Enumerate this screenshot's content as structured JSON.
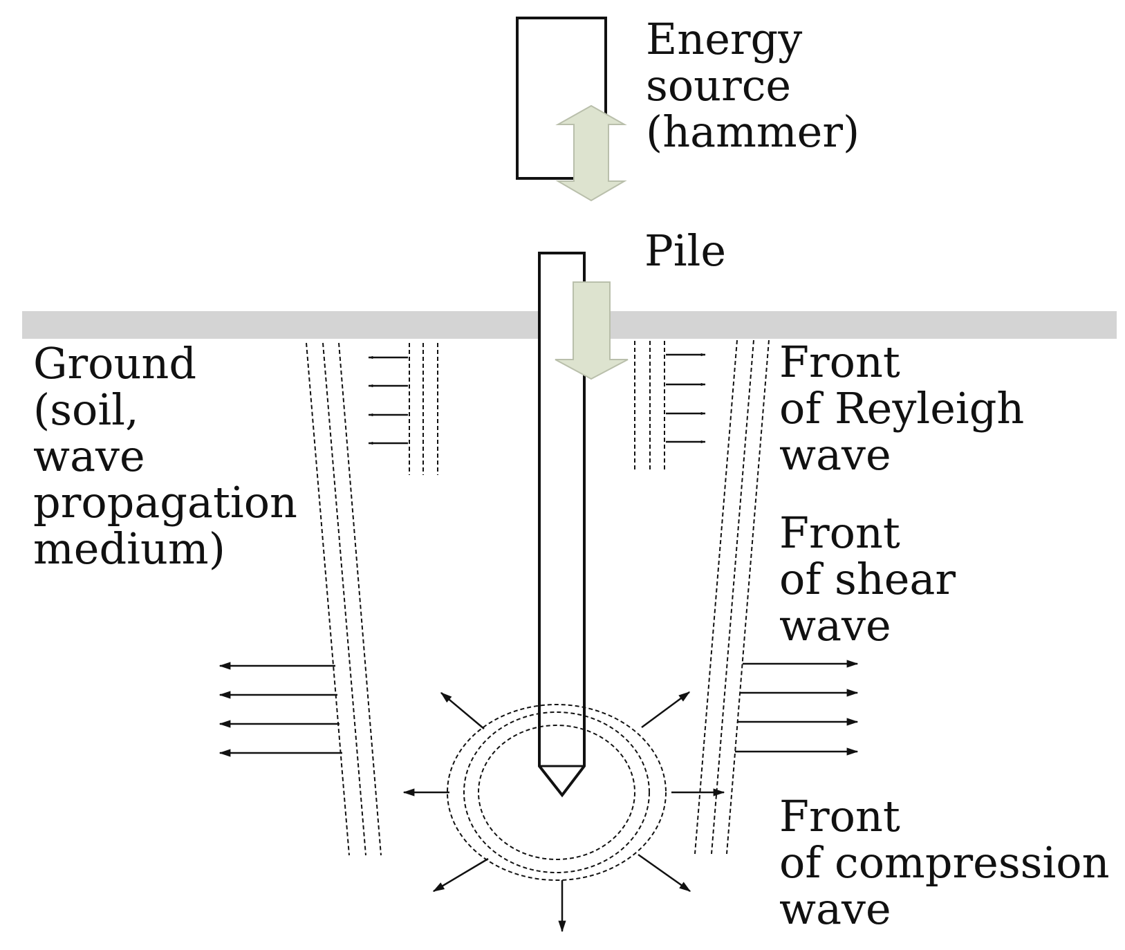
{
  "labels": {
    "energy_source": [
      "Energy",
      "source",
      "(hammer)"
    ],
    "pile": "Pile",
    "ground": [
      "Ground",
      "(soil,",
      "wave",
      "propagation",
      "medium)"
    ],
    "rayleigh_front": [
      "Front",
      "of Reyleigh",
      "wave"
    ],
    "shear_front": [
      "Front",
      "of shear",
      "wave"
    ],
    "compression_front": [
      "Front",
      "of compression",
      "wave"
    ]
  },
  "colors": {
    "ground_band": "#d4d4d4",
    "block_arrow_fill": "#dde3cf",
    "block_arrow_stroke": "#b9bfab",
    "line": "#111111"
  }
}
